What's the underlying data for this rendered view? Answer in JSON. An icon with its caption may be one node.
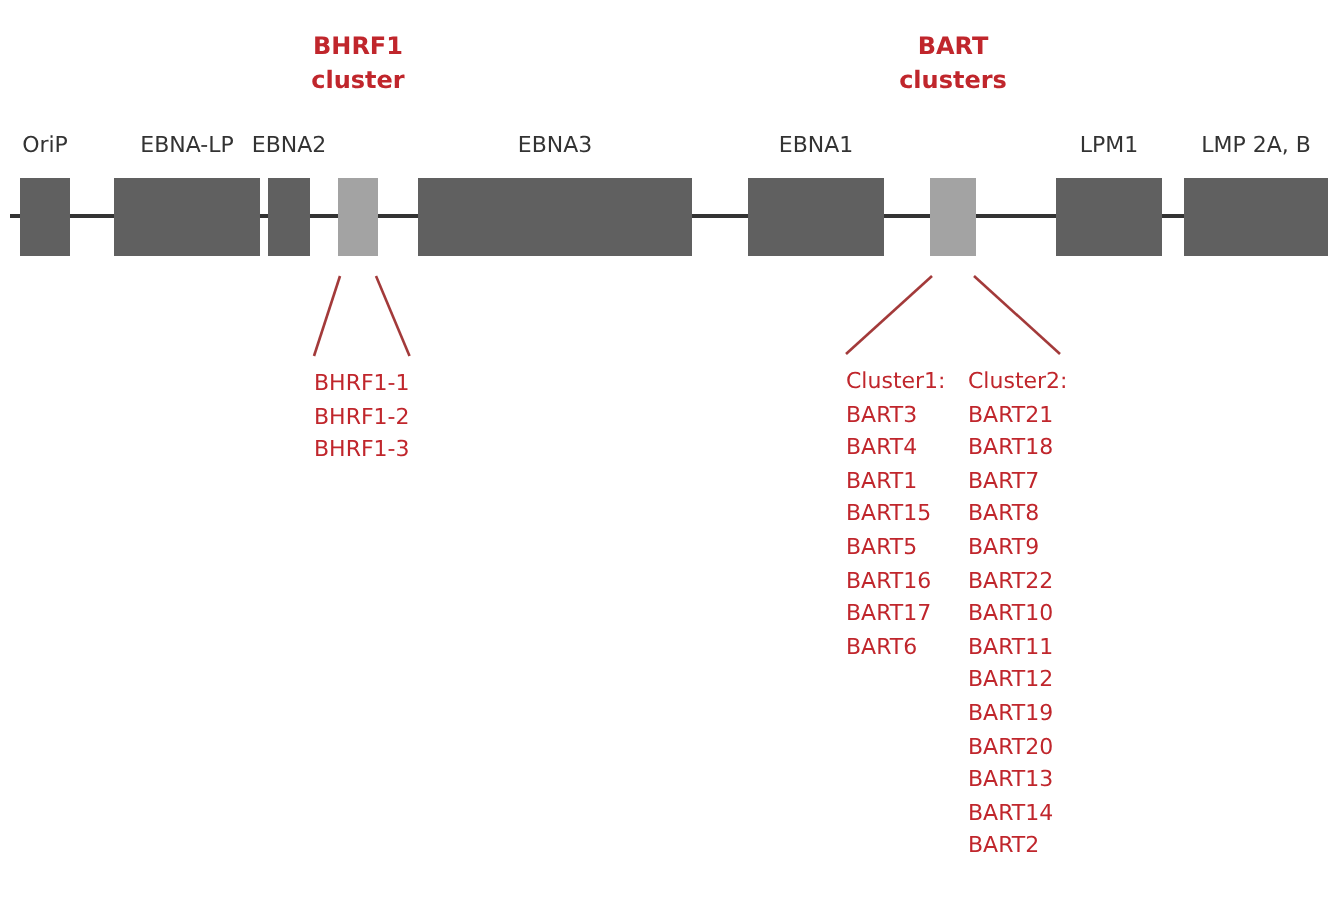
{
  "diagram": {
    "nodes": [
      {
        "text": [
          "OriP"
        ]
      },
      {
        "text": [
          "EBNA-LP"
        ]
      },
      {
        "text": [
          "EBNA2"
        ]
      },
      {
        "text": [
          "BHRF1 cluster"
        ]
      },
      {
        "text": [
          "EBNA3"
        ]
      },
      {
        "text": [
          "EBNA1"
        ]
      },
      {
        "text": [
          "BART clusters"
        ]
      },
      {
        "text": [
          "LPM1"
        ]
      },
      {
        "text": [
          "LMP 2A, B"
        ]
      },
      {
        "text": [
          "BHRF1-1",
          "BHRF1-2",
          "BHRF1-3"
        ]
      },
      {
        "text": [
          "Cluster1:",
          "BART3",
          "BART4",
          "BART1",
          "BART15",
          "BART5",
          "BART16",
          "BART17",
          "BART6"
        ]
      },
      {
        "text": [
          "Cluster2:",
          "BART21",
          "BART18",
          "BART7",
          "BART8",
          "BART9",
          "BART22",
          "BART10",
          "BART11",
          "BART12",
          "BART19",
          "BART20",
          "BART13",
          "BART14",
          "BART2"
        ]
      }
    ],
    "edges": [
      {
        "from": null,
        "to": 0,
        "arrow": "none"
      },
      {
        "from": 0,
        "to": 1,
        "arrow": "none"
      },
      {
        "from": 1,
        "to": 2,
        "arrow": "none"
      },
      {
        "from": 2,
        "to": 3,
        "arrow": "none"
      },
      {
        "from": 3,
        "to": 4,
        "arrow": "none"
      },
      {
        "from": 4,
        "to": 5,
        "arrow": "none"
      },
      {
        "from": 5,
        "to": 6,
        "arrow": "none"
      },
      {
        "from": 6,
        "to": 7,
        "arrow": "none"
      },
      {
        "from": 7,
        "to": 8,
        "arrow": "none"
      },
      {
        "from": 3,
        "to": 9,
        "arrow": "none",
        "color": "#a33a3a"
      },
      {
        "from": 3,
        "to": 9,
        "arrow": "none",
        "color": "#a33a3a"
      },
      {
        "from": 6,
        "to": 10,
        "arrow": "none",
        "color": "#a33a3a"
      },
      {
        "from": 6,
        "to": 11,
        "arrow": "none",
        "color": "#a33a3a"
      }
    ]
  }
}
